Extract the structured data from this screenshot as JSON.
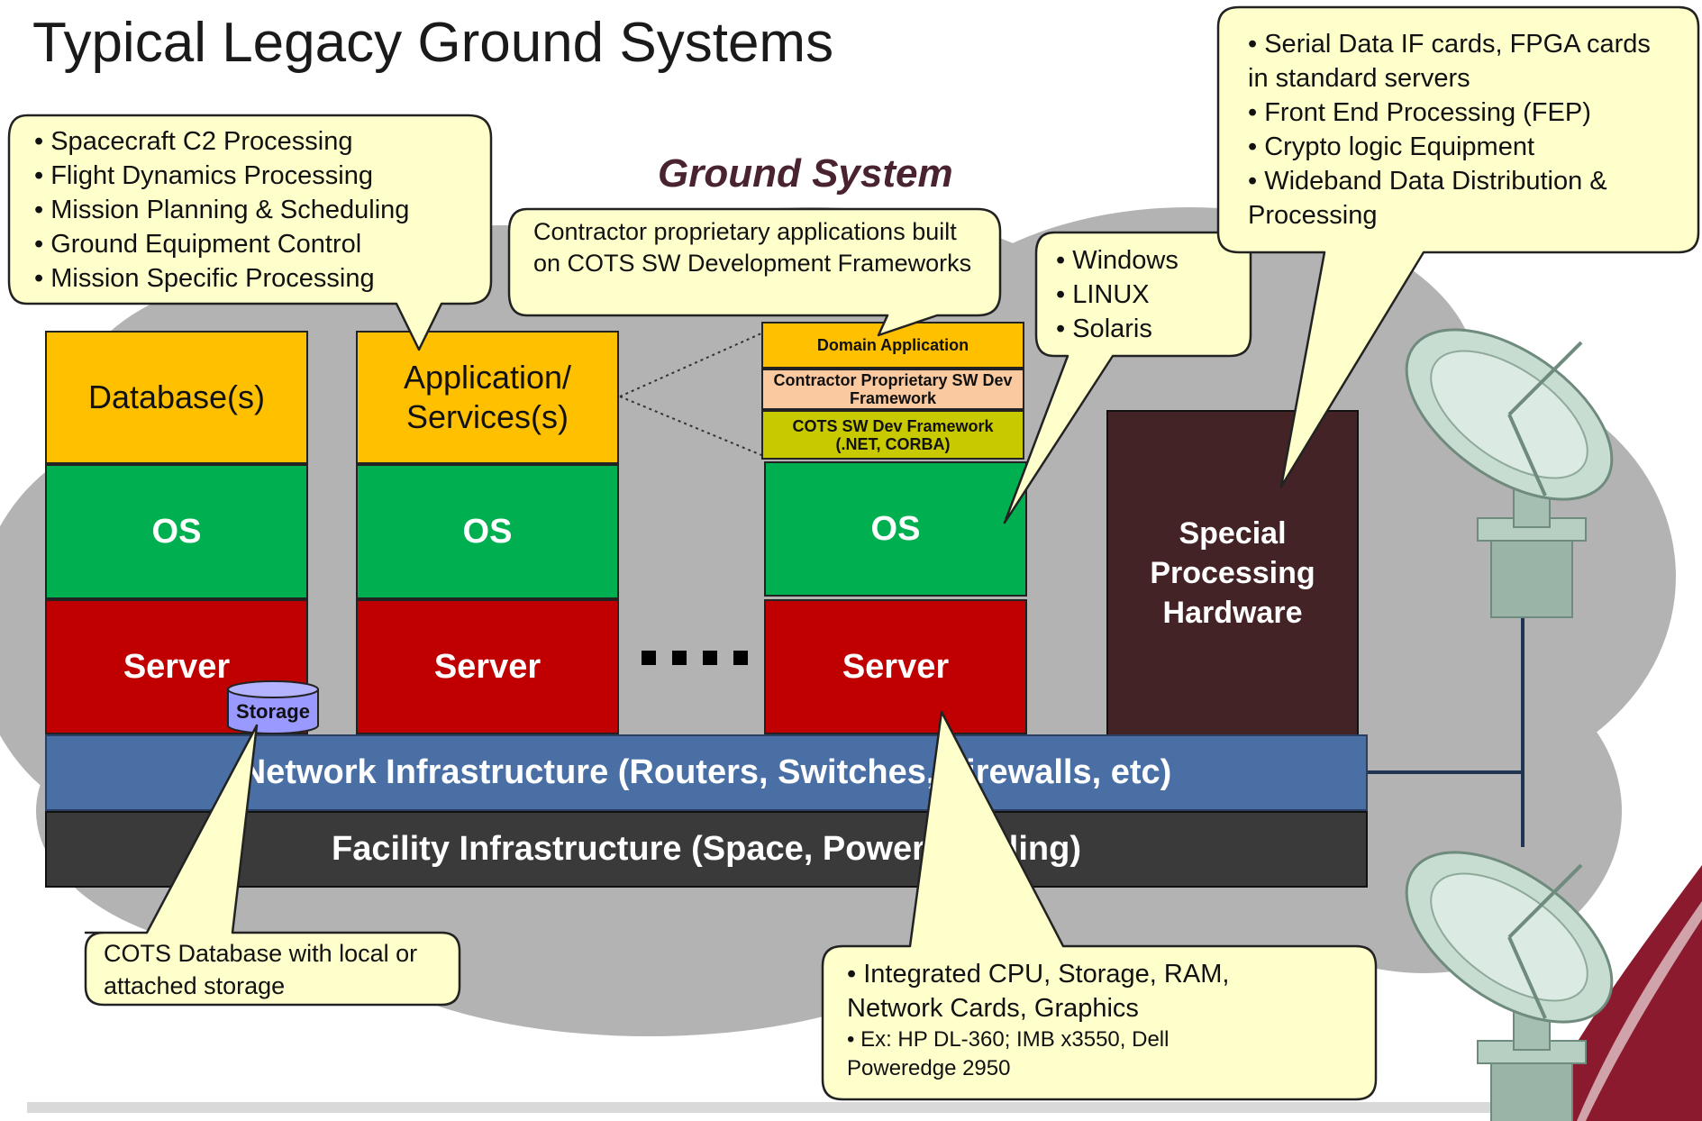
{
  "title": "Typical Legacy Ground Systems",
  "subtitle": "Ground System",
  "stacks": {
    "database_label": "Database(s)",
    "app_services_label": "Application/ Services(s)",
    "os_label": "OS",
    "server_label": "Server",
    "domain_application": "Domain Application",
    "contractor_sw_framework": "Contractor Proprietary SW Dev Framework",
    "cots_sw_framework": "COTS SW Dev Framework (.NET, CORBA)",
    "special_hardware": "Special Processing Hardware",
    "storage": "Storage"
  },
  "infrastructure": {
    "network": "Network Infrastructure (Routers, Switches, Firewalls, etc)",
    "facility": "Facility Infrastructure (Space, Power, Cooling)"
  },
  "callouts": {
    "processing": [
      "Spacecraft C2 Processing",
      "Flight Dynamics Processing",
      "Mission Planning & Scheduling",
      "Ground Equipment Control",
      "Mission Specific Processing"
    ],
    "contractor": "Contractor proprietary applications built on COTS SW Development Frameworks",
    "os_list": [
      "Windows",
      "LINUX",
      "Solaris"
    ],
    "hardware": [
      "Serial Data IF cards, FPGA cards in standard servers",
      "Front  End Processing (FEP)",
      "Crypto logic Equipment",
      "Wideband Data Distribution & Processing"
    ],
    "cots_db": "COTS Database with local or attached storage",
    "server_spec": "Integrated  CPU, Storage, RAM, Network Cards, Graphics",
    "server_examples": "Ex: HP DL-360; IMB x3550, Dell Poweredge 2950"
  },
  "colors": {
    "cloud": "#b3b3b3",
    "callout_fill": "#ffffcc",
    "database": "#ffc000",
    "os": "#00b050",
    "server": "#c00000",
    "network": "#4a6fa5",
    "facility": "#3a3a3a",
    "special_hardware": "#442327",
    "storage": "#9999ff"
  },
  "icons": [
    "satellite-dish-icon",
    "satellite-dish-icon",
    "database-cylinder-icon"
  ]
}
